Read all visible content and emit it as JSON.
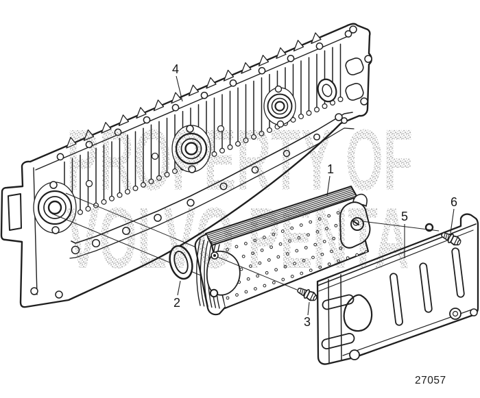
{
  "figure": {
    "drawing_number": "27057",
    "watermark": {
      "line1": "PROPERTY OF",
      "line2": "VOLVO PENTA"
    },
    "callouts": [
      {
        "label": "1"
      },
      {
        "label": "2"
      },
      {
        "label": "3"
      },
      {
        "label": "4"
      },
      {
        "label": "5"
      },
      {
        "label": "6"
      }
    ],
    "colors": {
      "background": "#ffffff",
      "line": "#1f1f1f",
      "label": "#161616",
      "watermark": "#b3b3b3"
    }
  }
}
